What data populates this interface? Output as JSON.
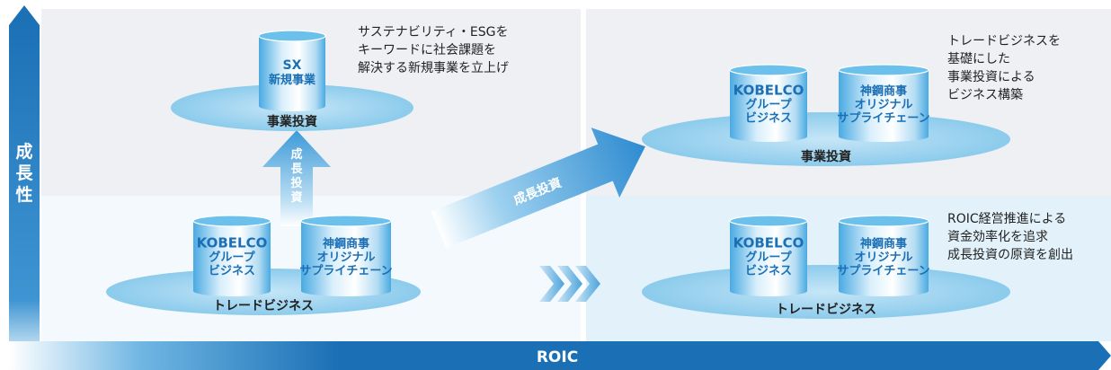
{
  "colors": {
    "arrow_dark": "#1a6fb5",
    "arrow_light": "#bfe0f4",
    "panel_top": "#eef0f4",
    "panel_bottom": "#e5f3fa",
    "ellipse": "#9ed3ee",
    "cylinder": "#5bb8e8",
    "cylinder_text": "#1a6fb5",
    "text": "#222222"
  },
  "axes": {
    "vertical_label": "成長性",
    "horizontal_label": "ROIC"
  },
  "left": {
    "top_platform": {
      "cylinder_lines": [
        "SX",
        "新規事業"
      ],
      "label": "事業投資",
      "description": [
        "サステナビリティ・ESGを",
        "キーワードに社会課題を",
        "解決する新規事業を立上げ"
      ]
    },
    "up_arrow_label": "成長投資",
    "bottom_platform": {
      "label": "トレードビジネス",
      "cylinders": [
        {
          "lines": [
            "KOBELCO",
            "グループ",
            "ビジネス"
          ]
        },
        {
          "lines": [
            "神鋼商事",
            "オリジナル",
            "サプライチェーン"
          ]
        }
      ]
    }
  },
  "diagonal_arrow_label": "成長投資",
  "right": {
    "top_platform": {
      "label": "事業投資",
      "cylinders": [
        {
          "lines": [
            "KOBELCO",
            "グループ",
            "ビジネス"
          ]
        },
        {
          "lines": [
            "神鋼商事",
            "オリジナル",
            "サプライチェーン"
          ]
        }
      ],
      "description": [
        "トレードビジネスを",
        "基礎にした",
        "事業投資による",
        "ビジネス構築"
      ]
    },
    "bottom_platform": {
      "label": "トレードビジネス",
      "cylinders": [
        {
          "lines": [
            "KOBELCO",
            "グループ",
            "ビジネス"
          ]
        },
        {
          "lines": [
            "神鋼商事",
            "オリジナル",
            "サプライチェーン"
          ]
        }
      ],
      "description": [
        "ROIC経営推進による",
        "資金効率化を追求",
        "成長投資の原資を創出"
      ]
    }
  }
}
